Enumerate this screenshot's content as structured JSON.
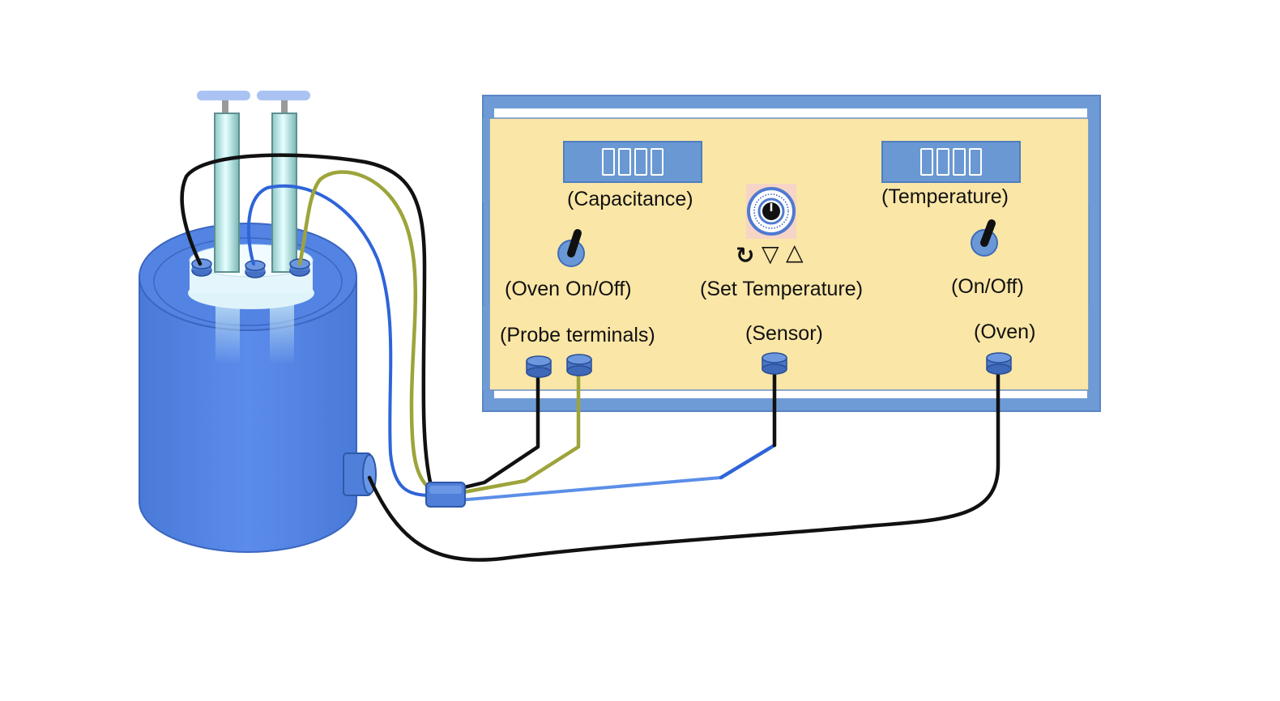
{
  "labels": {
    "capacitance": "(Capacitance)",
    "temperature": "(Temperature)",
    "oven_on_off": "(Oven On/Off)",
    "set_temperature": "(Set Temperature)",
    "on_off": "(On/Off)",
    "probe_terminals": "(Probe terminals)",
    "sensor": "(Sensor)",
    "oven": "(Oven)"
  },
  "controls": {
    "reset_glyph": "↻",
    "down_glyph": "▽",
    "up_glyph": "△"
  },
  "icons": {
    "reset": "reset-icon",
    "down": "down-arrow-icon",
    "up": "up-arrow-icon",
    "dial": "temperature-dial-icon",
    "toggle": "toggle-switch-icon"
  },
  "colors": {
    "panel_face": "#fae6a6",
    "panel_frame": "#6e9bd6",
    "oven_body": "#5384e4",
    "display_bg": "#6a98d3",
    "wire_black": "#111111",
    "wire_blue": "#2f64d8",
    "wire_olive": "#9da43a"
  }
}
